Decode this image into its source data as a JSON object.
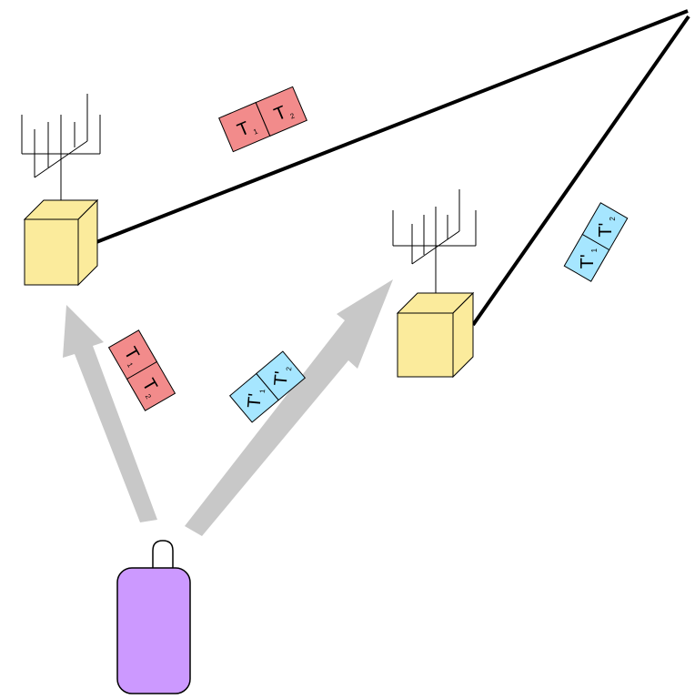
{
  "colors": {
    "background": "#ffffff",
    "link": "#000000",
    "arrow": "#c8c8c8",
    "base_station": "#fbeb9c",
    "mobile_device": "#cc99ff",
    "packet_primary": "#f28b8b",
    "packet_secondary": "#a6e6ff"
  },
  "icons": {
    "antenna": "antenna-icon",
    "base_station": "base-station-box-icon",
    "mobile_device": "mobile-phone-icon",
    "uplink_arrow": "uplink-arrow-icon"
  },
  "packets": {
    "top_link": {
      "first": {
        "letter": "T",
        "index": "1"
      },
      "second": {
        "letter": "T",
        "index": "2"
      }
    },
    "left_uplink": {
      "first": {
        "letter": "T",
        "index": "1"
      },
      "second": {
        "letter": "T",
        "index": "2"
      }
    },
    "right_uplink": {
      "first": {
        "letter": "T'",
        "index": "1"
      },
      "second": {
        "letter": "T'",
        "index": "2"
      }
    },
    "right_link": {
      "first": {
        "letter": "T'",
        "index": "1"
      },
      "second": {
        "letter": "T'",
        "index": "2"
      }
    }
  }
}
